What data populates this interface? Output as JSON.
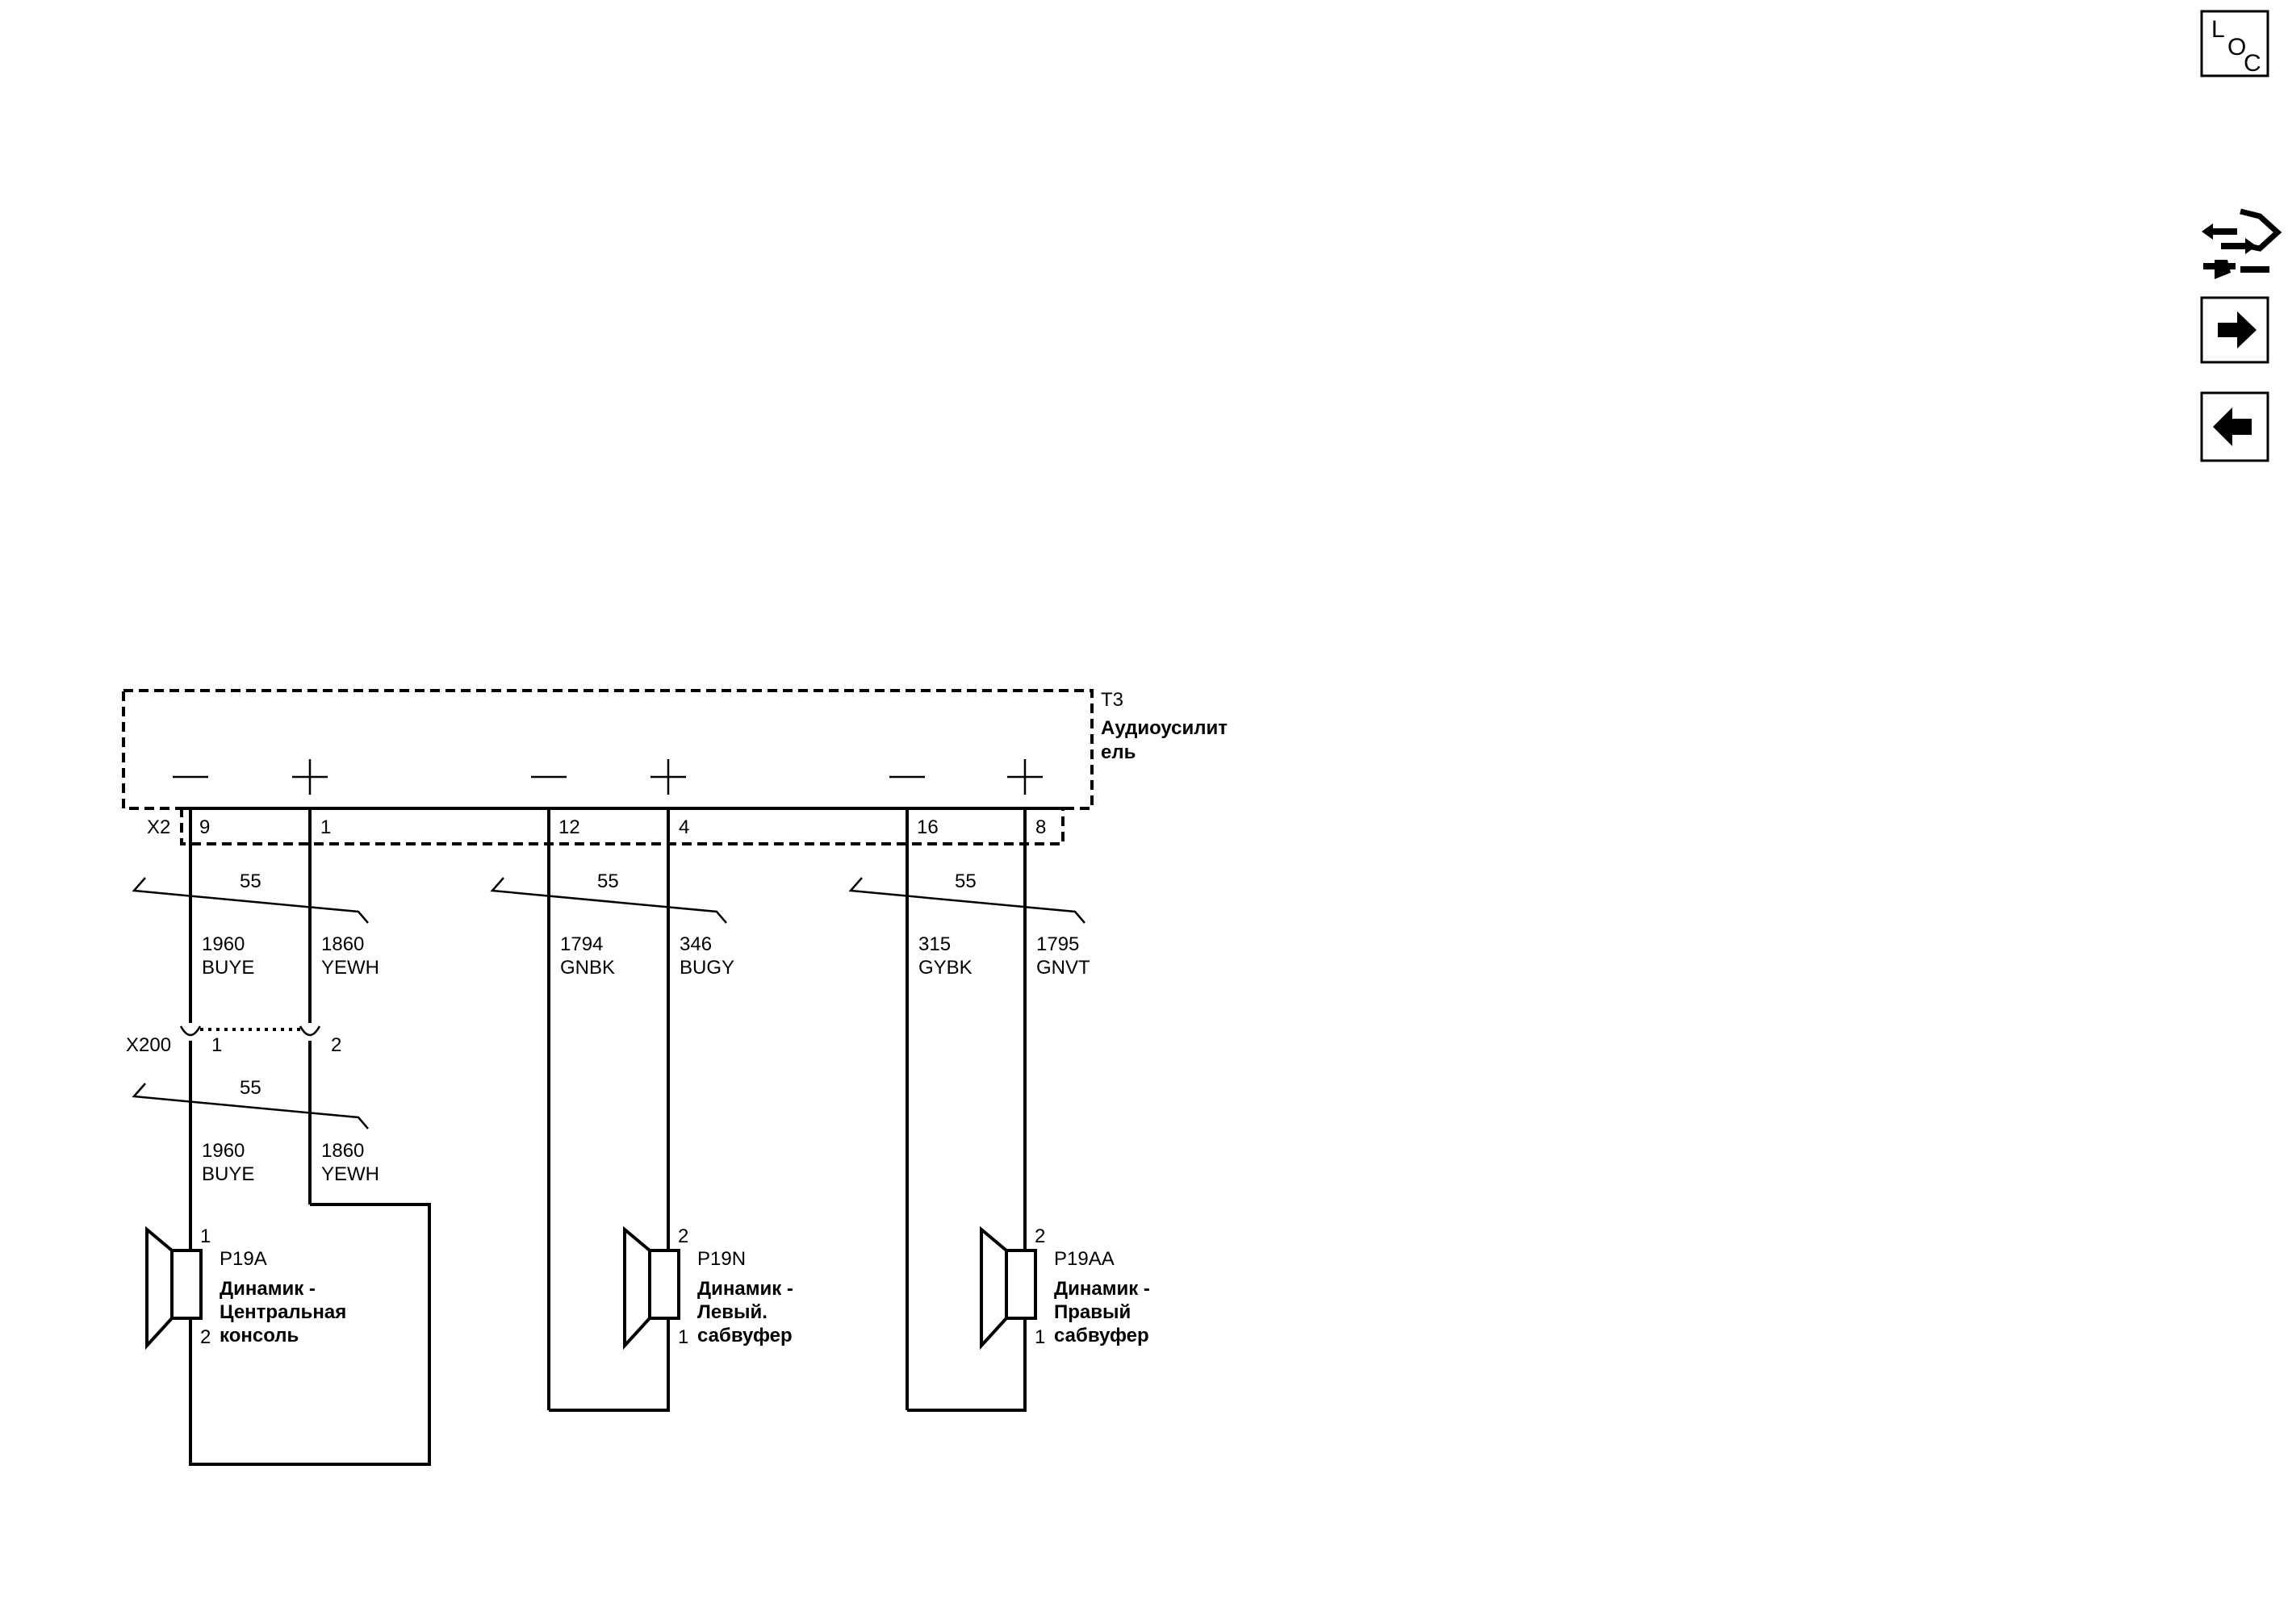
{
  "nav": {
    "loc_icon": "LOC",
    "loc_letters": [
      "L",
      "O",
      "C"
    ]
  },
  "module": {
    "ref": "T3",
    "name_line1": "Аудиоусилит",
    "name_line2": "ель",
    "connector": "X2",
    "polarity": {
      "minus": "—",
      "plus": "+"
    },
    "pins": [
      "9",
      "1",
      "12",
      "4",
      "16",
      "8"
    ]
  },
  "twist_labels": [
    "55",
    "55",
    "55",
    "55"
  ],
  "wires_upper": [
    {
      "circuit": "1960",
      "color": "BUYE"
    },
    {
      "circuit": "1860",
      "color": "YEWH"
    },
    {
      "circuit": "1794",
      "color": "GNBK"
    },
    {
      "circuit": "346",
      "color": "BUGY"
    },
    {
      "circuit": "315",
      "color": "GYBK"
    },
    {
      "circuit": "1795",
      "color": "GNVT"
    }
  ],
  "inline_connector": {
    "name": "X200",
    "pin_left": "1",
    "pin_right": "2"
  },
  "wires_lower": [
    {
      "circuit": "1960",
      "color": "BUYE"
    },
    {
      "circuit": "1860",
      "color": "YEWH"
    }
  ],
  "speakers": [
    {
      "ref": "P19A",
      "pin_top": "1",
      "pin_bottom": "2",
      "lines": [
        "Динамик -",
        "Центральная",
        "консоль"
      ]
    },
    {
      "ref": "P19N",
      "pin_top": "2",
      "pin_bottom": "1",
      "lines": [
        "Динамик -",
        "Левый.",
        "сабвуфер"
      ]
    },
    {
      "ref": "P19AA",
      "pin_top": "2",
      "pin_bottom": "1",
      "lines": [
        "Динамик -",
        "Правый",
        "сабвуфер"
      ]
    }
  ]
}
